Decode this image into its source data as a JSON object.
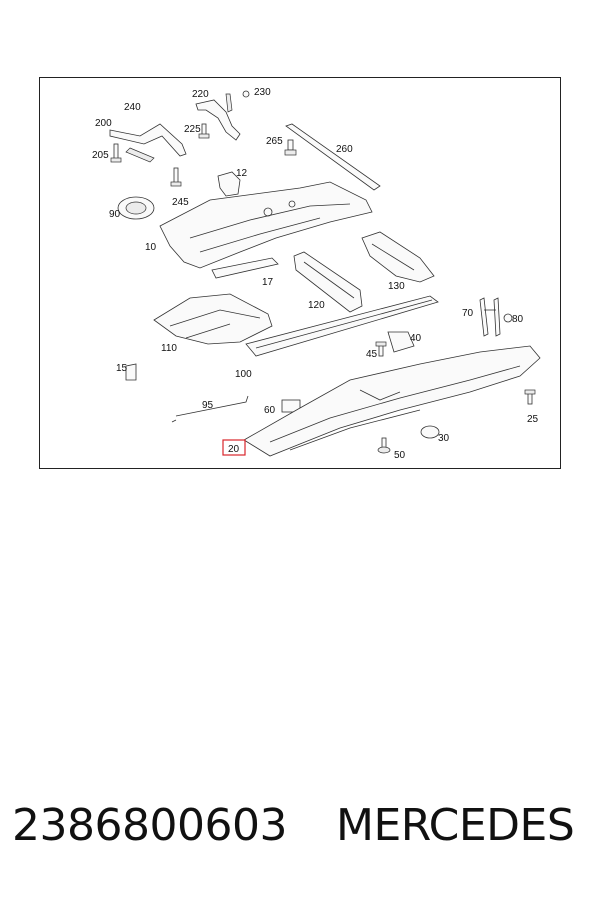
{
  "diagram": {
    "callouts": [
      {
        "id": "220",
        "text": "220"
      },
      {
        "id": "230",
        "text": "230"
      },
      {
        "id": "240",
        "text": "240"
      },
      {
        "id": "200",
        "text": "200"
      },
      {
        "id": "225",
        "text": "225"
      },
      {
        "id": "265",
        "text": "265"
      },
      {
        "id": "260",
        "text": "260"
      },
      {
        "id": "205",
        "text": "205"
      },
      {
        "id": "12",
        "text": "12"
      },
      {
        "id": "245",
        "text": "245"
      },
      {
        "id": "90",
        "text": "90"
      },
      {
        "id": "10",
        "text": "10"
      },
      {
        "id": "17",
        "text": "17"
      },
      {
        "id": "130",
        "text": "130"
      },
      {
        "id": "120",
        "text": "120"
      },
      {
        "id": "70",
        "text": "70"
      },
      {
        "id": "80",
        "text": "80"
      },
      {
        "id": "110",
        "text": "110"
      },
      {
        "id": "40",
        "text": "40"
      },
      {
        "id": "45",
        "text": "45"
      },
      {
        "id": "15",
        "text": "15"
      },
      {
        "id": "100",
        "text": "100"
      },
      {
        "id": "95",
        "text": "95"
      },
      {
        "id": "60",
        "text": "60"
      },
      {
        "id": "25",
        "text": "25"
      },
      {
        "id": "30",
        "text": "30"
      },
      {
        "id": "20",
        "text": "20"
      },
      {
        "id": "50",
        "text": "50"
      }
    ],
    "highlighted_callout": "20",
    "highlight_color": "#d9252b"
  },
  "footer": {
    "part_number": "2386800603",
    "brand": "MERCEDES"
  }
}
